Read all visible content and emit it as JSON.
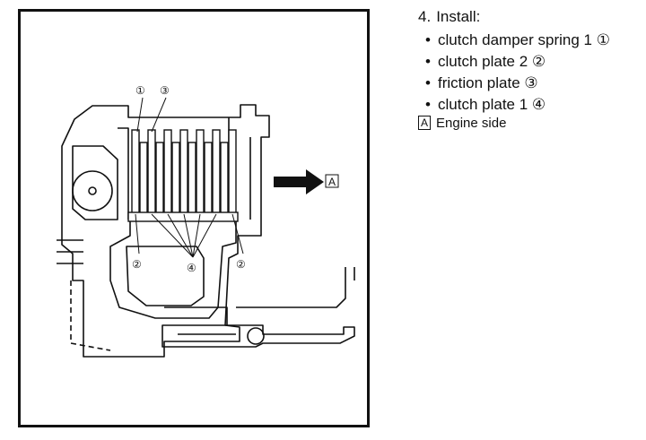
{
  "figure": {
    "callouts": {
      "one": "①",
      "two": "②",
      "three": "③",
      "four": "④"
    },
    "engine_side_marker": "A"
  },
  "instructions": {
    "step_number": "4.",
    "step_title": "Install:",
    "bullet": "•",
    "items": [
      {
        "label": "clutch damper spring 1 ①"
      },
      {
        "label": "clutch plate 2 ②"
      },
      {
        "label": "friction plate ③"
      },
      {
        "label": "clutch plate 1 ④"
      }
    ]
  },
  "note": {
    "marker": "A",
    "text": "Engine side"
  }
}
